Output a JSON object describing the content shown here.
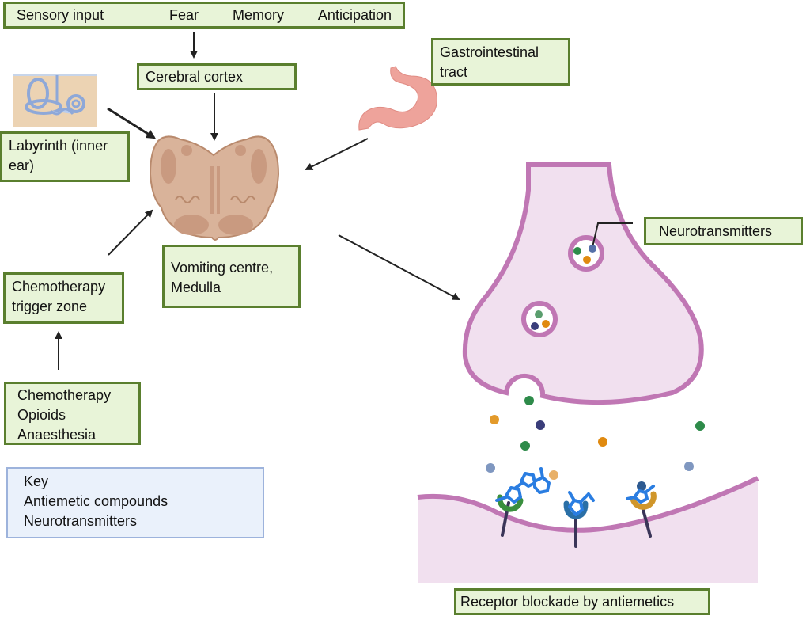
{
  "top_inputs": {
    "items": [
      "Sensory input",
      "Fear",
      "Memory",
      "Anticipation"
    ]
  },
  "cerebral_cortex": {
    "label": "Cerebral cortex"
  },
  "labyrinth": {
    "lines": [
      "Labyrinth (inner",
      "ear)"
    ]
  },
  "gi_tract": {
    "lines": [
      "Gastrointestinal",
      "tract"
    ]
  },
  "vomiting_centre": {
    "lines": [
      "Vomiting centre,",
      "Medulla"
    ]
  },
  "ctz": {
    "lines": [
      "Chemotherapy",
      "trigger zone"
    ]
  },
  "triggers": {
    "lines": [
      "Chemotherapy",
      "Opioids",
      "Anaesthesia"
    ]
  },
  "neurotransmitters_label": "Neurotransmitters",
  "receptor_label": "Receptor blockade by antiemetics",
  "key": {
    "title": "Key",
    "antiemetic": "Antiemetic compounds",
    "neurotransmitters": "Neurotransmitters"
  },
  "colors": {
    "box_fill": "#e8f4d8",
    "box_border": "#5a7f2e",
    "membrane": "#c077b4",
    "cytoplasm": "#f1e0ef",
    "medulla": "#d9b39a",
    "stomach": "#eea39b",
    "drug": "#2a7de1",
    "nt_green": "#2e8b4a",
    "nt_orange": "#e08a10",
    "nt_blue": "#5570a8",
    "nt_navy": "#3a3d7a",
    "nt_grey_blue": "#7f97c0"
  }
}
